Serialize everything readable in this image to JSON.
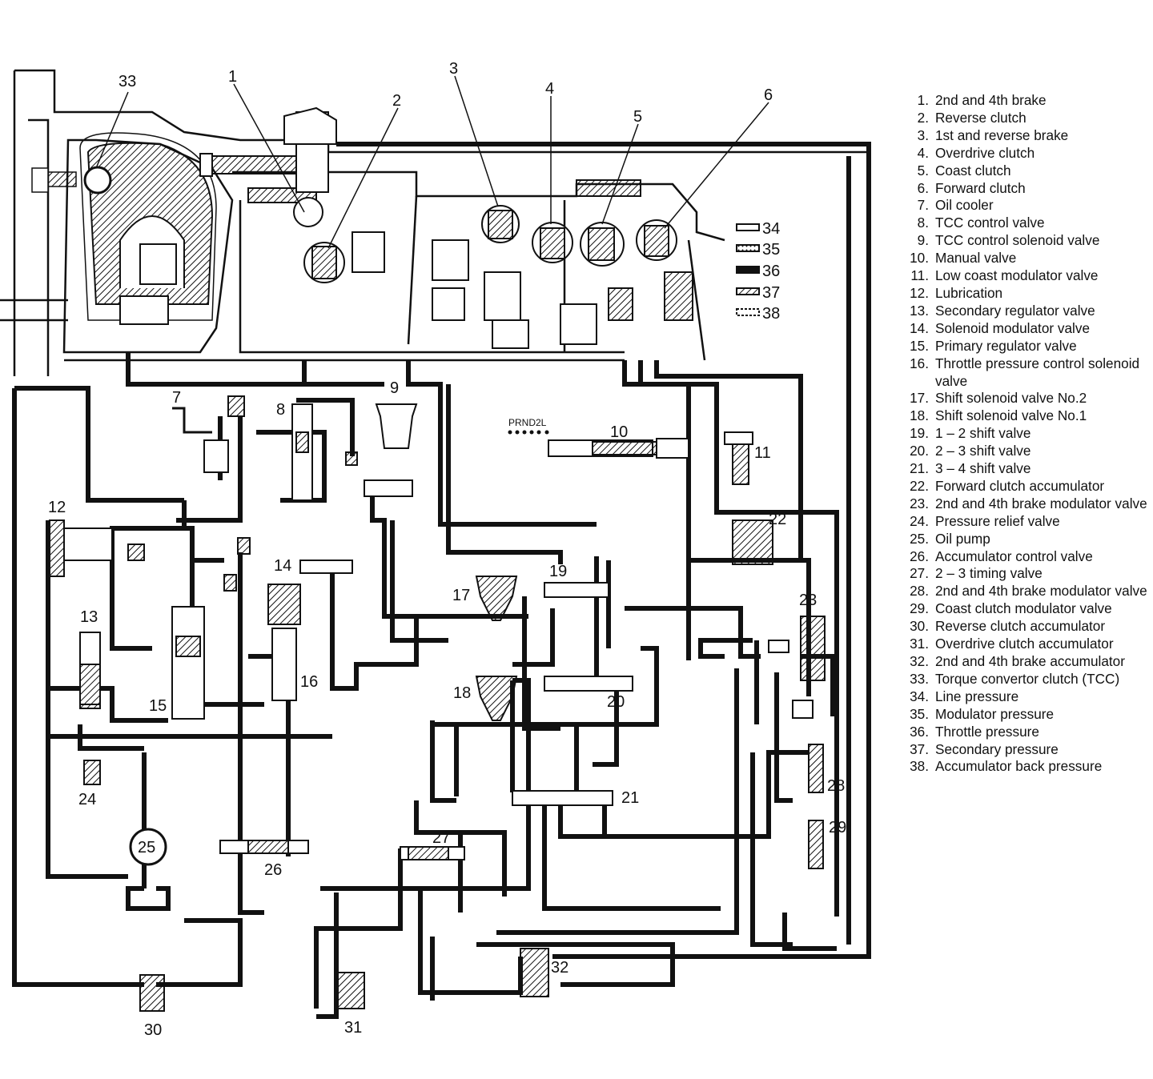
{
  "callouts": [
    "1",
    "2",
    "3",
    "4",
    "5",
    "6",
    "7",
    "8",
    "9",
    "10",
    "11",
    "12",
    "13",
    "14",
    "15",
    "16",
    "17",
    "18",
    "19",
    "20",
    "21",
    "22",
    "23",
    "24",
    "25",
    "26",
    "27",
    "28",
    "29",
    "30",
    "31",
    "32",
    "33",
    "34",
    "35",
    "36",
    "37",
    "38"
  ],
  "pressure_key": [
    {
      "num": "34"
    },
    {
      "num": "35"
    },
    {
      "num": "36"
    },
    {
      "num": "37"
    },
    {
      "num": "38"
    }
  ],
  "legend": [
    {
      "num": "1.",
      "text": "2nd and 4th brake"
    },
    {
      "num": "2.",
      "text": "Reverse clutch"
    },
    {
      "num": "3.",
      "text": "1st and reverse brake"
    },
    {
      "num": "4.",
      "text": "Overdrive clutch"
    },
    {
      "num": "5.",
      "text": "Coast clutch"
    },
    {
      "num": "6.",
      "text": "Forward clutch"
    },
    {
      "num": "7.",
      "text": "Oil cooler"
    },
    {
      "num": "8.",
      "text": "TCC control valve"
    },
    {
      "num": "9.",
      "text": "TCC control solenoid valve"
    },
    {
      "num": "10.",
      "text": "Manual valve"
    },
    {
      "num": "11.",
      "text": "Low coast modulator valve"
    },
    {
      "num": "12.",
      "text": "Lubrication"
    },
    {
      "num": "13.",
      "text": "Secondary regulator valve"
    },
    {
      "num": "14.",
      "text": "Solenoid modulator valve"
    },
    {
      "num": "15.",
      "text": "Primary regulator valve"
    },
    {
      "num": "16.",
      "text": "Throttle pressure control solenoid valve"
    },
    {
      "num": "17.",
      "text": "Shift solenoid valve No.2"
    },
    {
      "num": "18.",
      "text": "Shift solenoid valve No.1"
    },
    {
      "num": "19.",
      "text": "1 – 2 shift valve"
    },
    {
      "num": "20.",
      "text": "2 – 3 shift valve"
    },
    {
      "num": "21.",
      "text": "3 – 4 shift valve"
    },
    {
      "num": "22.",
      "text": "Forward clutch accumulator"
    },
    {
      "num": "23.",
      "text": "2nd and 4th brake modulator valve"
    },
    {
      "num": "24.",
      "text": "Pressure relief valve"
    },
    {
      "num": "25.",
      "text": "Oil pump"
    },
    {
      "num": "26.",
      "text": "Accumulator control valve"
    },
    {
      "num": "27.",
      "text": "2 – 3 timing valve"
    },
    {
      "num": "28.",
      "text": "2nd and 4th brake modulator valve"
    },
    {
      "num": "29.",
      "text": "Coast clutch modulator valve"
    },
    {
      "num": "30.",
      "text": "Reverse clutch accumulator"
    },
    {
      "num": "31.",
      "text": "Overdrive clutch accumulator"
    },
    {
      "num": "32.",
      "text": "2nd and 4th brake accumulator"
    },
    {
      "num": "33.",
      "text": "Torque convertor clutch (TCC)"
    },
    {
      "num": "34.",
      "text": "Line pressure"
    },
    {
      "num": "35.",
      "text": "Modulator pressure"
    },
    {
      "num": "36.",
      "text": "Throttle pressure"
    },
    {
      "num": "37.",
      "text": "Secondary pressure"
    },
    {
      "num": "38.",
      "text": "Accumulator back pressure"
    }
  ],
  "selector_label": "PRND2L"
}
